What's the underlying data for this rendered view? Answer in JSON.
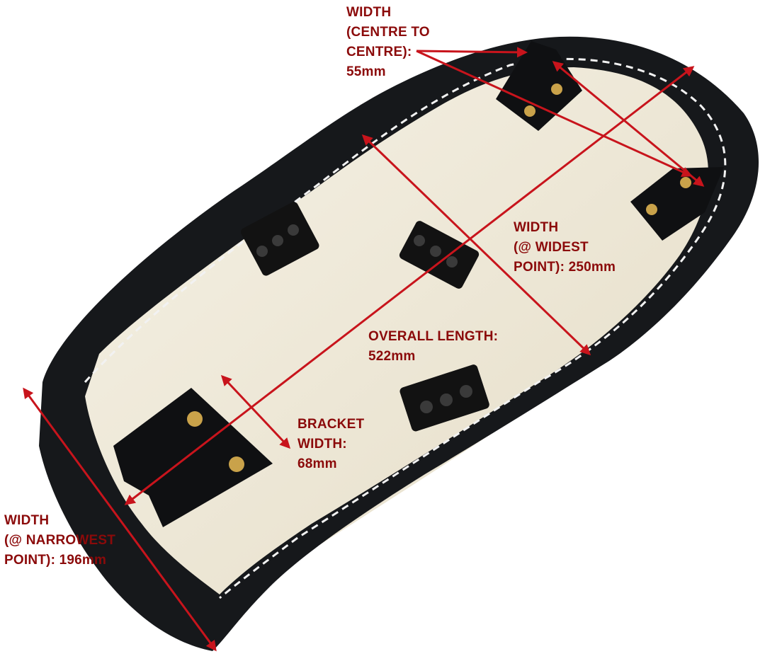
{
  "colors": {
    "annotation": "#8b0a0a",
    "arrow": "#c8141c",
    "seat_leather": "#16181b",
    "seat_base": "#ece7d6",
    "stitching": "#f2f2f2",
    "hardware": "#c9a24a"
  },
  "labels": {
    "centre_width": {
      "line1": "WIDTH",
      "line2": "(CENTRE TO",
      "line3": "CENTRE):",
      "line4": "55mm"
    },
    "widest_width": {
      "line1": "WIDTH",
      "line2": "(@ WIDEST",
      "line3": "POINT): 250mm"
    },
    "overall_length": {
      "line1": "OVERALL LENGTH:",
      "line2": "522mm"
    },
    "bracket_width": {
      "line1": "BRACKET",
      "line2": "WIDTH:",
      "line3": "68mm"
    },
    "narrowest_width": {
      "line1": "WIDTH",
      "line2": "(@ NARROWEST",
      "line3": "POINT): 196mm"
    }
  }
}
